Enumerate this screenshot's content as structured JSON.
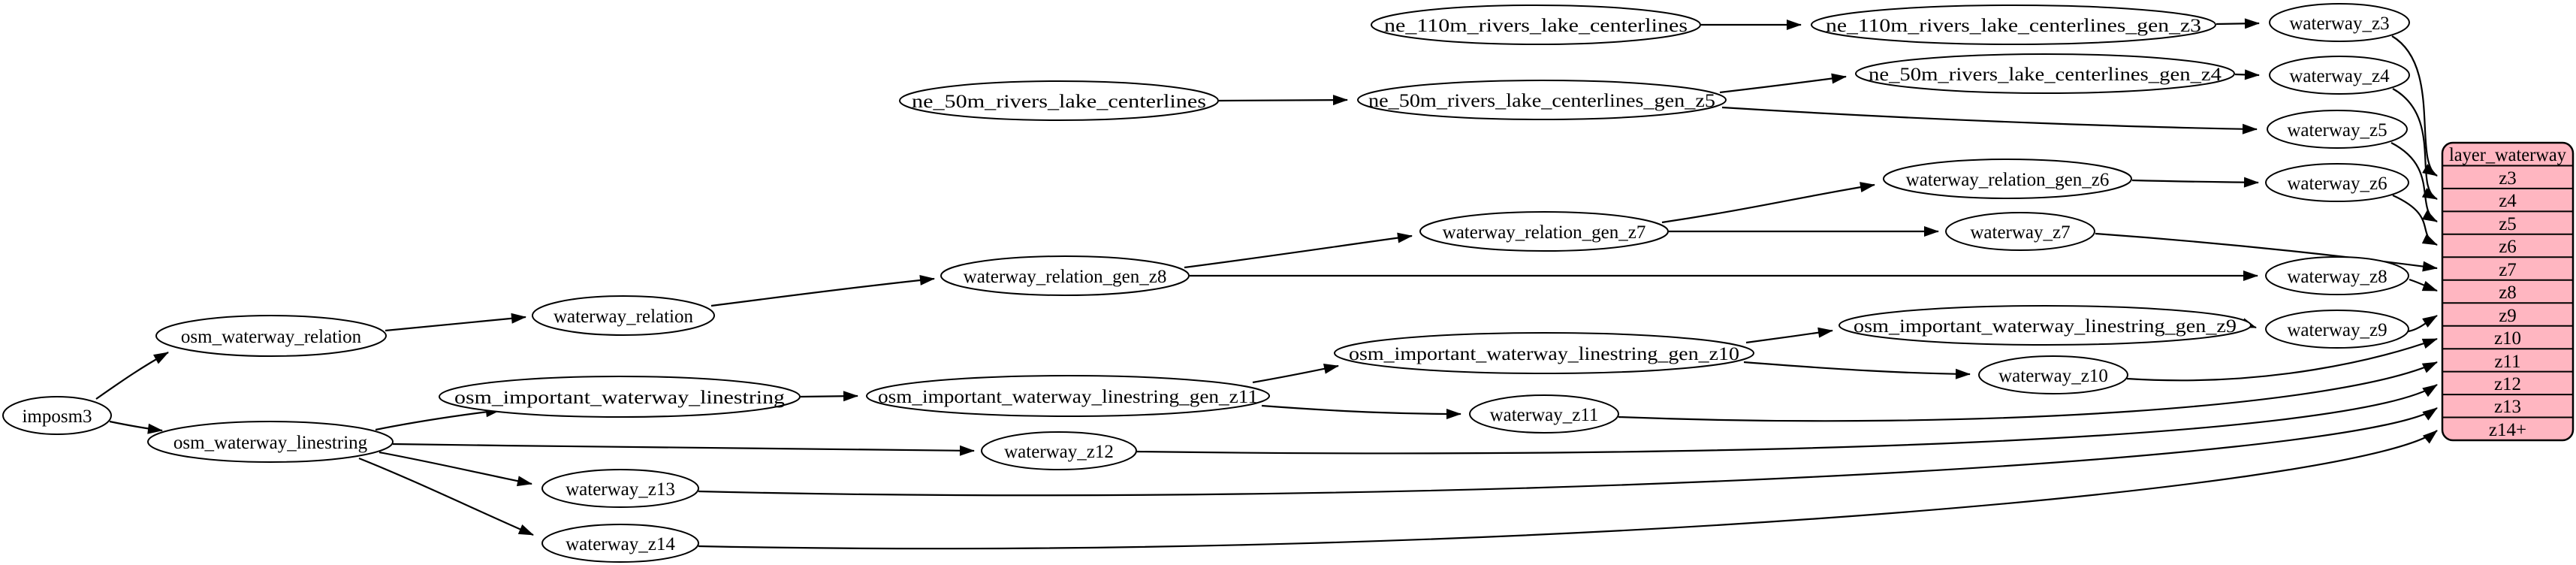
{
  "diagram": {
    "type": "graphviz-digraph",
    "colors": {
      "background": "#ffffff",
      "node_fill": "#ffffff",
      "node_border": "#000000",
      "edge": "#000000",
      "table_fill": "#ffb6c1",
      "table_border": "#000000",
      "text": "#000000"
    }
  },
  "nodes": {
    "imposm3": "imposm3",
    "osm_waterway_relation": "osm_waterway_relation",
    "osm_waterway_linestring": "osm_waterway_linestring",
    "waterway_relation": "waterway_relation",
    "osm_important_waterway_linestring": "osm_important_waterway_linestring",
    "waterway_relation_gen_z8": "waterway_relation_gen_z8",
    "waterway_relation_gen_z7": "waterway_relation_gen_z7",
    "waterway_relation_gen_z6": "waterway_relation_gen_z6",
    "osm_important_waterway_linestring_gen_z11": "osm_important_waterway_linestring_gen_z11",
    "osm_important_waterway_linestring_gen_z10": "osm_important_waterway_linestring_gen_z10",
    "osm_important_waterway_linestring_gen_z9": "osm_important_waterway_linestring_gen_z9",
    "ne_110m_rivers_lake_centerlines": "ne_110m_rivers_lake_centerlines",
    "ne_110m_rivers_lake_centerlines_gen_z3": "ne_110m_rivers_lake_centerlines_gen_z3",
    "ne_50m_rivers_lake_centerlines": "ne_50m_rivers_lake_centerlines",
    "ne_50m_rivers_lake_centerlines_gen_z5": "ne_50m_rivers_lake_centerlines_gen_z5",
    "ne_50m_rivers_lake_centerlines_gen_z4": "ne_50m_rivers_lake_centerlines_gen_z4",
    "waterway_z3": "waterway_z3",
    "waterway_z4": "waterway_z4",
    "waterway_z5": "waterway_z5",
    "waterway_z6": "waterway_z6",
    "waterway_z7": "waterway_z7",
    "waterway_z8": "waterway_z8",
    "waterway_z9": "waterway_z9",
    "waterway_z10": "waterway_z10",
    "waterway_z11": "waterway_z11",
    "waterway_z12": "waterway_z12",
    "waterway_z13": "waterway_z13",
    "waterway_z14": "waterway_z14"
  },
  "table": {
    "title": "layer_waterway",
    "rows": [
      "z3",
      "z4",
      "z5",
      "z6",
      "z7",
      "z8",
      "z9",
      "z10",
      "z11",
      "z12",
      "z13",
      "z14+"
    ]
  },
  "edges": [
    [
      "imposm3",
      "osm_waterway_relation"
    ],
    [
      "imposm3",
      "osm_waterway_linestring"
    ],
    [
      "osm_waterway_relation",
      "waterway_relation"
    ],
    [
      "waterway_relation",
      "waterway_relation_gen_z8"
    ],
    [
      "waterway_relation_gen_z8",
      "waterway_relation_gen_z7"
    ],
    [
      "waterway_relation_gen_z8",
      "waterway_z8"
    ],
    [
      "waterway_relation_gen_z7",
      "waterway_relation_gen_z6"
    ],
    [
      "waterway_relation_gen_z7",
      "waterway_z7"
    ],
    [
      "waterway_relation_gen_z6",
      "waterway_z6"
    ],
    [
      "osm_waterway_linestring",
      "osm_important_waterway_linestring"
    ],
    [
      "osm_waterway_linestring",
      "waterway_z12"
    ],
    [
      "osm_waterway_linestring",
      "waterway_z13"
    ],
    [
      "osm_waterway_linestring",
      "waterway_z14"
    ],
    [
      "osm_important_waterway_linestring",
      "osm_important_waterway_linestring_gen_z11"
    ],
    [
      "osm_important_waterway_linestring_gen_z11",
      "osm_important_waterway_linestring_gen_z10"
    ],
    [
      "osm_important_waterway_linestring_gen_z11",
      "waterway_z11"
    ],
    [
      "osm_important_waterway_linestring_gen_z10",
      "osm_important_waterway_linestring_gen_z9"
    ],
    [
      "osm_important_waterway_linestring_gen_z10",
      "waterway_z10"
    ],
    [
      "osm_important_waterway_linestring_gen_z9",
      "waterway_z9"
    ],
    [
      "ne_110m_rivers_lake_centerlines",
      "ne_110m_rivers_lake_centerlines_gen_z3"
    ],
    [
      "ne_110m_rivers_lake_centerlines_gen_z3",
      "waterway_z3"
    ],
    [
      "ne_50m_rivers_lake_centerlines",
      "ne_50m_rivers_lake_centerlines_gen_z5"
    ],
    [
      "ne_50m_rivers_lake_centerlines_gen_z5",
      "ne_50m_rivers_lake_centerlines_gen_z4"
    ],
    [
      "ne_50m_rivers_lake_centerlines_gen_z5",
      "waterway_z5"
    ],
    [
      "ne_50m_rivers_lake_centerlines_gen_z4",
      "waterway_z4"
    ],
    [
      "waterway_z3",
      "layer_waterway:z3"
    ],
    [
      "waterway_z4",
      "layer_waterway:z4"
    ],
    [
      "waterway_z5",
      "layer_waterway:z5"
    ],
    [
      "waterway_z6",
      "layer_waterway:z6"
    ],
    [
      "waterway_z7",
      "layer_waterway:z7"
    ],
    [
      "waterway_z8",
      "layer_waterway:z8"
    ],
    [
      "waterway_z9",
      "layer_waterway:z9"
    ],
    [
      "waterway_z10",
      "layer_waterway:z10"
    ],
    [
      "waterway_z11",
      "layer_waterway:z11"
    ],
    [
      "waterway_z12",
      "layer_waterway:z12"
    ],
    [
      "waterway_z13",
      "layer_waterway:z13"
    ],
    [
      "waterway_z14",
      "layer_waterway:z14+"
    ]
  ]
}
